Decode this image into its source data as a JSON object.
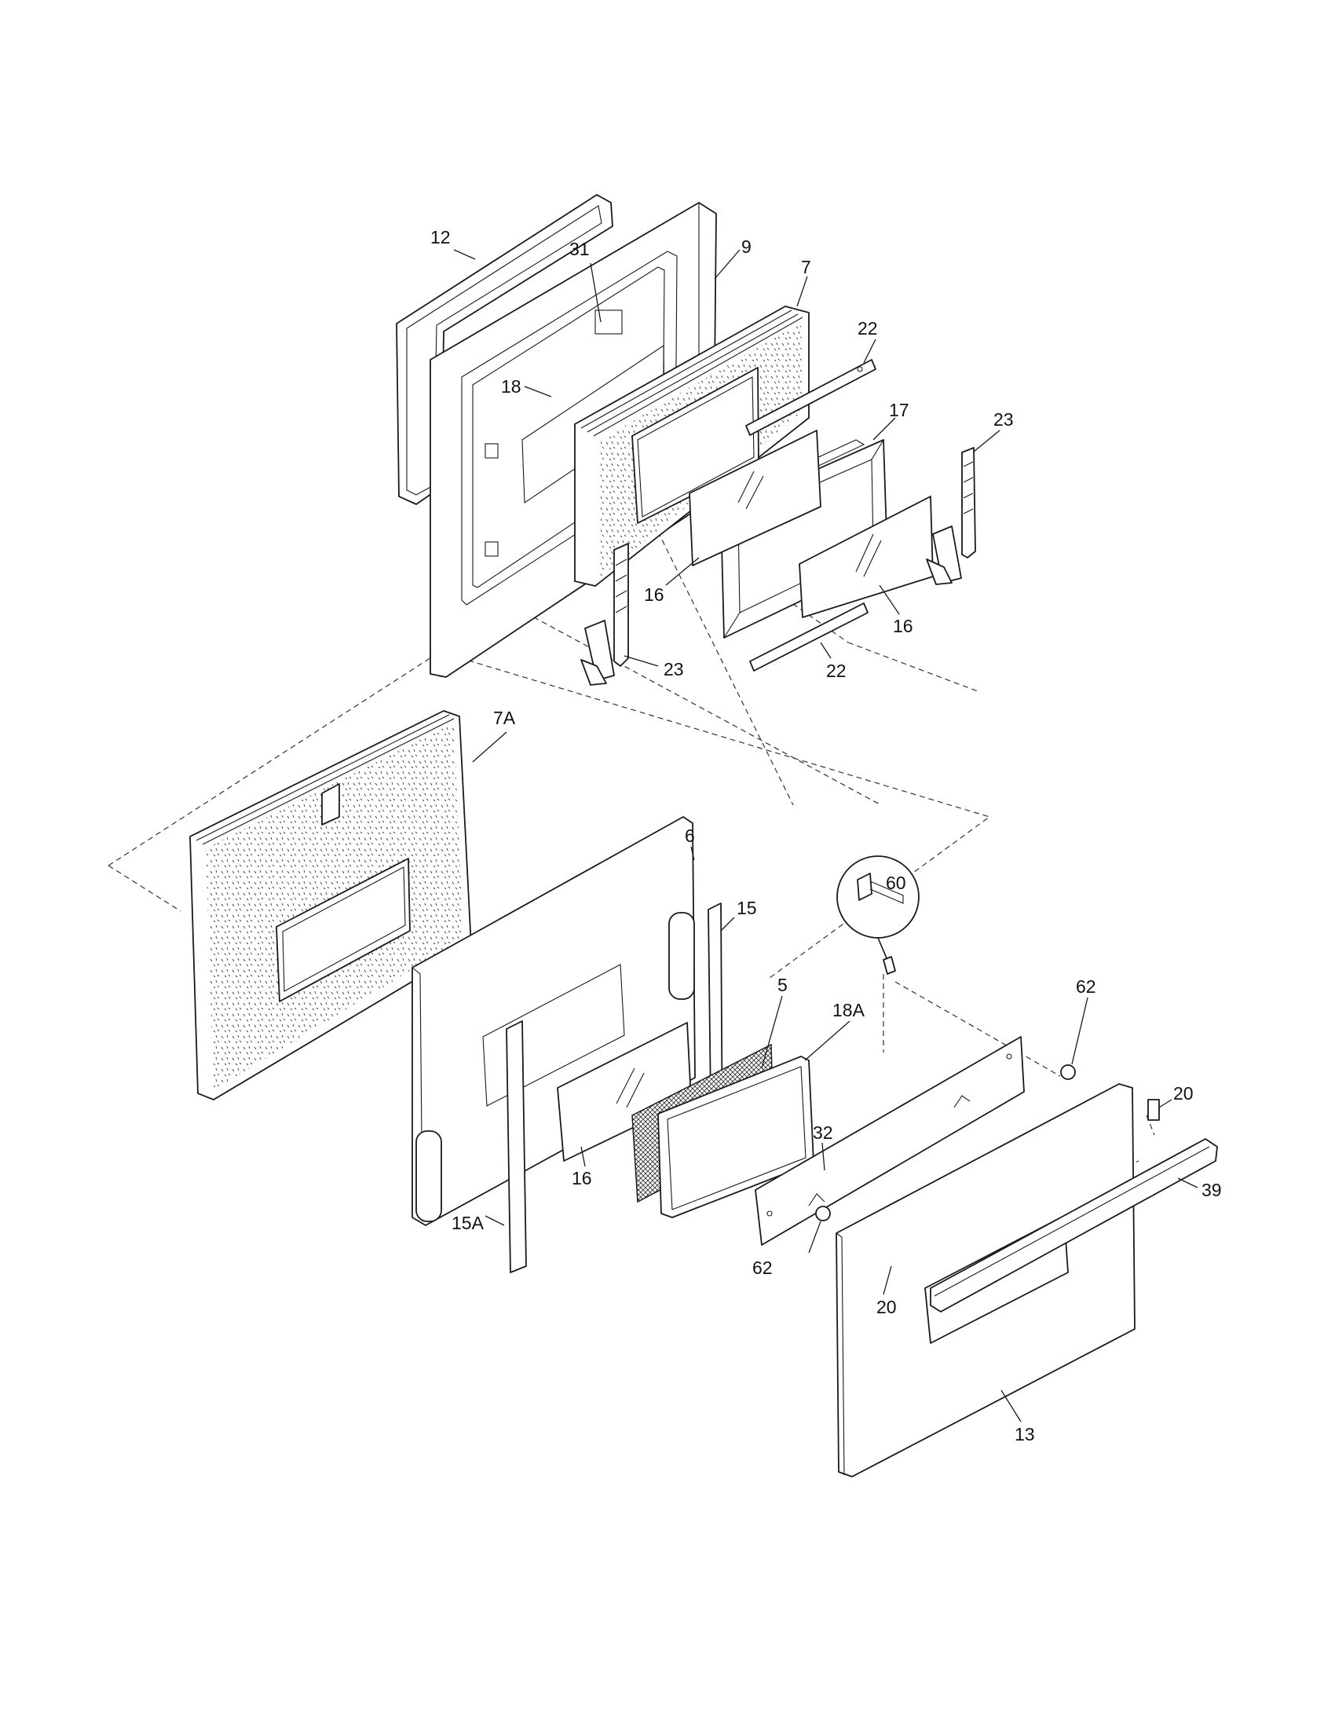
{
  "labels": {
    "p12": "12",
    "p31": "31",
    "p9": "9",
    "p7": "7",
    "p22a": "22",
    "p18": "18",
    "p17": "17",
    "p23a": "23",
    "p16a": "16",
    "p16b": "16",
    "p23b": "23",
    "p22b": "22",
    "p7a": "7A",
    "p6": "6",
    "p15": "15",
    "p60": "60",
    "p5": "5",
    "p18a": "18A",
    "p62a": "62",
    "p20a": "20",
    "p32": "32",
    "p39": "39",
    "p16c": "16",
    "p15a": "15A",
    "p62b": "62",
    "p20b": "20",
    "p13": "13"
  }
}
